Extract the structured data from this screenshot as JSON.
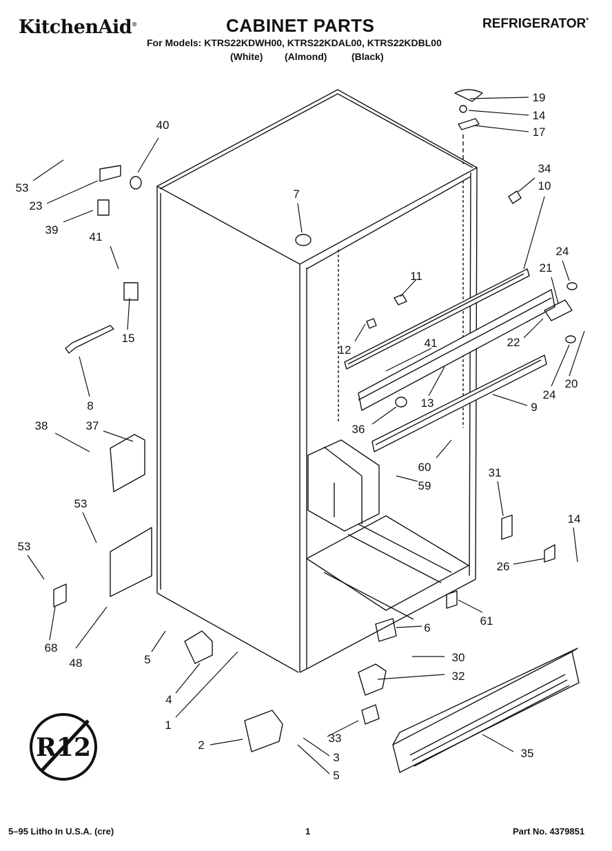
{
  "header": {
    "brand": "KitchenAid",
    "brand_mark": "®",
    "title": "CABINET PARTS",
    "category": "REFRIGERATOR",
    "category_mark": "*",
    "models": "For Models: KTRS22KDWH00, KTRS22KDAL00, KTRS22KDBL00",
    "variants": [
      "(White)",
      "(Almond)",
      "(Black)"
    ]
  },
  "badge": {
    "text": "R12"
  },
  "part_labels": [
    "19",
    "14",
    "17",
    "40",
    "34",
    "10",
    "53",
    "23",
    "39",
    "7",
    "41",
    "24",
    "21",
    "11",
    "15",
    "22",
    "12",
    "41",
    "20",
    "8",
    "24",
    "13",
    "9",
    "38",
    "37",
    "36",
    "60",
    "59",
    "31",
    "53",
    "14",
    "53",
    "26",
    "61",
    "6",
    "68",
    "48",
    "5",
    "30",
    "32",
    "4",
    "1",
    "33",
    "35",
    "2",
    "3",
    "5"
  ],
  "footer": {
    "litho": "5–95 Litho In U.S.A. (cre)",
    "page": "1",
    "part_no": "Part No. 4379851"
  }
}
